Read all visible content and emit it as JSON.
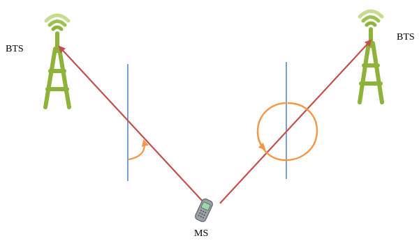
{
  "labels": {
    "bts_left": "BTS",
    "bts_right": "BTS",
    "ms": "MS"
  },
  "colors": {
    "tower_green": "#8db33a",
    "tower_light_green": "#c5dc8a",
    "signal_arrow": "#c0504d",
    "angle_arc": "#f79646",
    "reference_line": "#4f81bd",
    "phone_body": "#9aa1a8",
    "phone_screen": "#9fd6a5"
  },
  "icons": {
    "left_tower": "radio-tower-icon",
    "right_tower": "radio-tower-icon",
    "mobile": "mobile-phone-icon"
  }
}
